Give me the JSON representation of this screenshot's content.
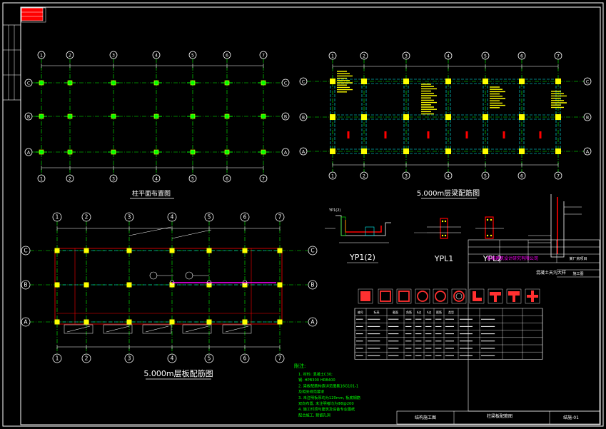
{
  "titles": {
    "column_plan": "柱平面布置图",
    "beam_plan": "5.000m层梁配筋图",
    "slab_plan": "5.000m层板配筋图"
  },
  "axes": {
    "numbers": [
      "1",
      "2",
      "3",
      "4",
      "5",
      "6",
      "7"
    ],
    "letters": [
      "C",
      "B",
      "A"
    ]
  },
  "details": {
    "yp1": "YP1(2)",
    "ypl1": "YPL1",
    "ypl2": "YPL2",
    "eave_label": "YP1(2)",
    "side_note": "混凝土天沟大样"
  },
  "notes": {
    "heading": "附注:",
    "lines": [
      "1. 材料: 混凝土C30;",
      "   钢: HPB300 HRB400",
      "2. 梁板配筋构造详见图集16G101-1",
      "   及相关规范要求",
      "3. 未注明板厚均为120mm, 板底钢筋",
      "   双向布置, 未注明者均为Φ8@200",
      "4. 施工时须与建筑及设备专业图纸",
      "   配合施工, 预留孔洞"
    ]
  },
  "table": {
    "headers": [
      "编号",
      "标高",
      "截面",
      "角筋",
      "b边",
      "h边",
      "箍筋",
      "类型"
    ]
  },
  "title_block": {
    "company": "某某建筑设计研究有限公司",
    "drawing_title": "结构施工图",
    "stage": "施工图",
    "sheet_title": "柱梁板配筋图",
    "sheet_no": "结施-01",
    "project": "某厂房项目"
  },
  "colors": {
    "background": "#000000",
    "frame": "#ffffff",
    "axis": "#00ff00",
    "column": "#ffff00",
    "beam": "#00ffff",
    "rebar": "#ff0000",
    "slab_line": "#ff00ff",
    "text": "#ffffff",
    "note_text": "#00ff00"
  }
}
